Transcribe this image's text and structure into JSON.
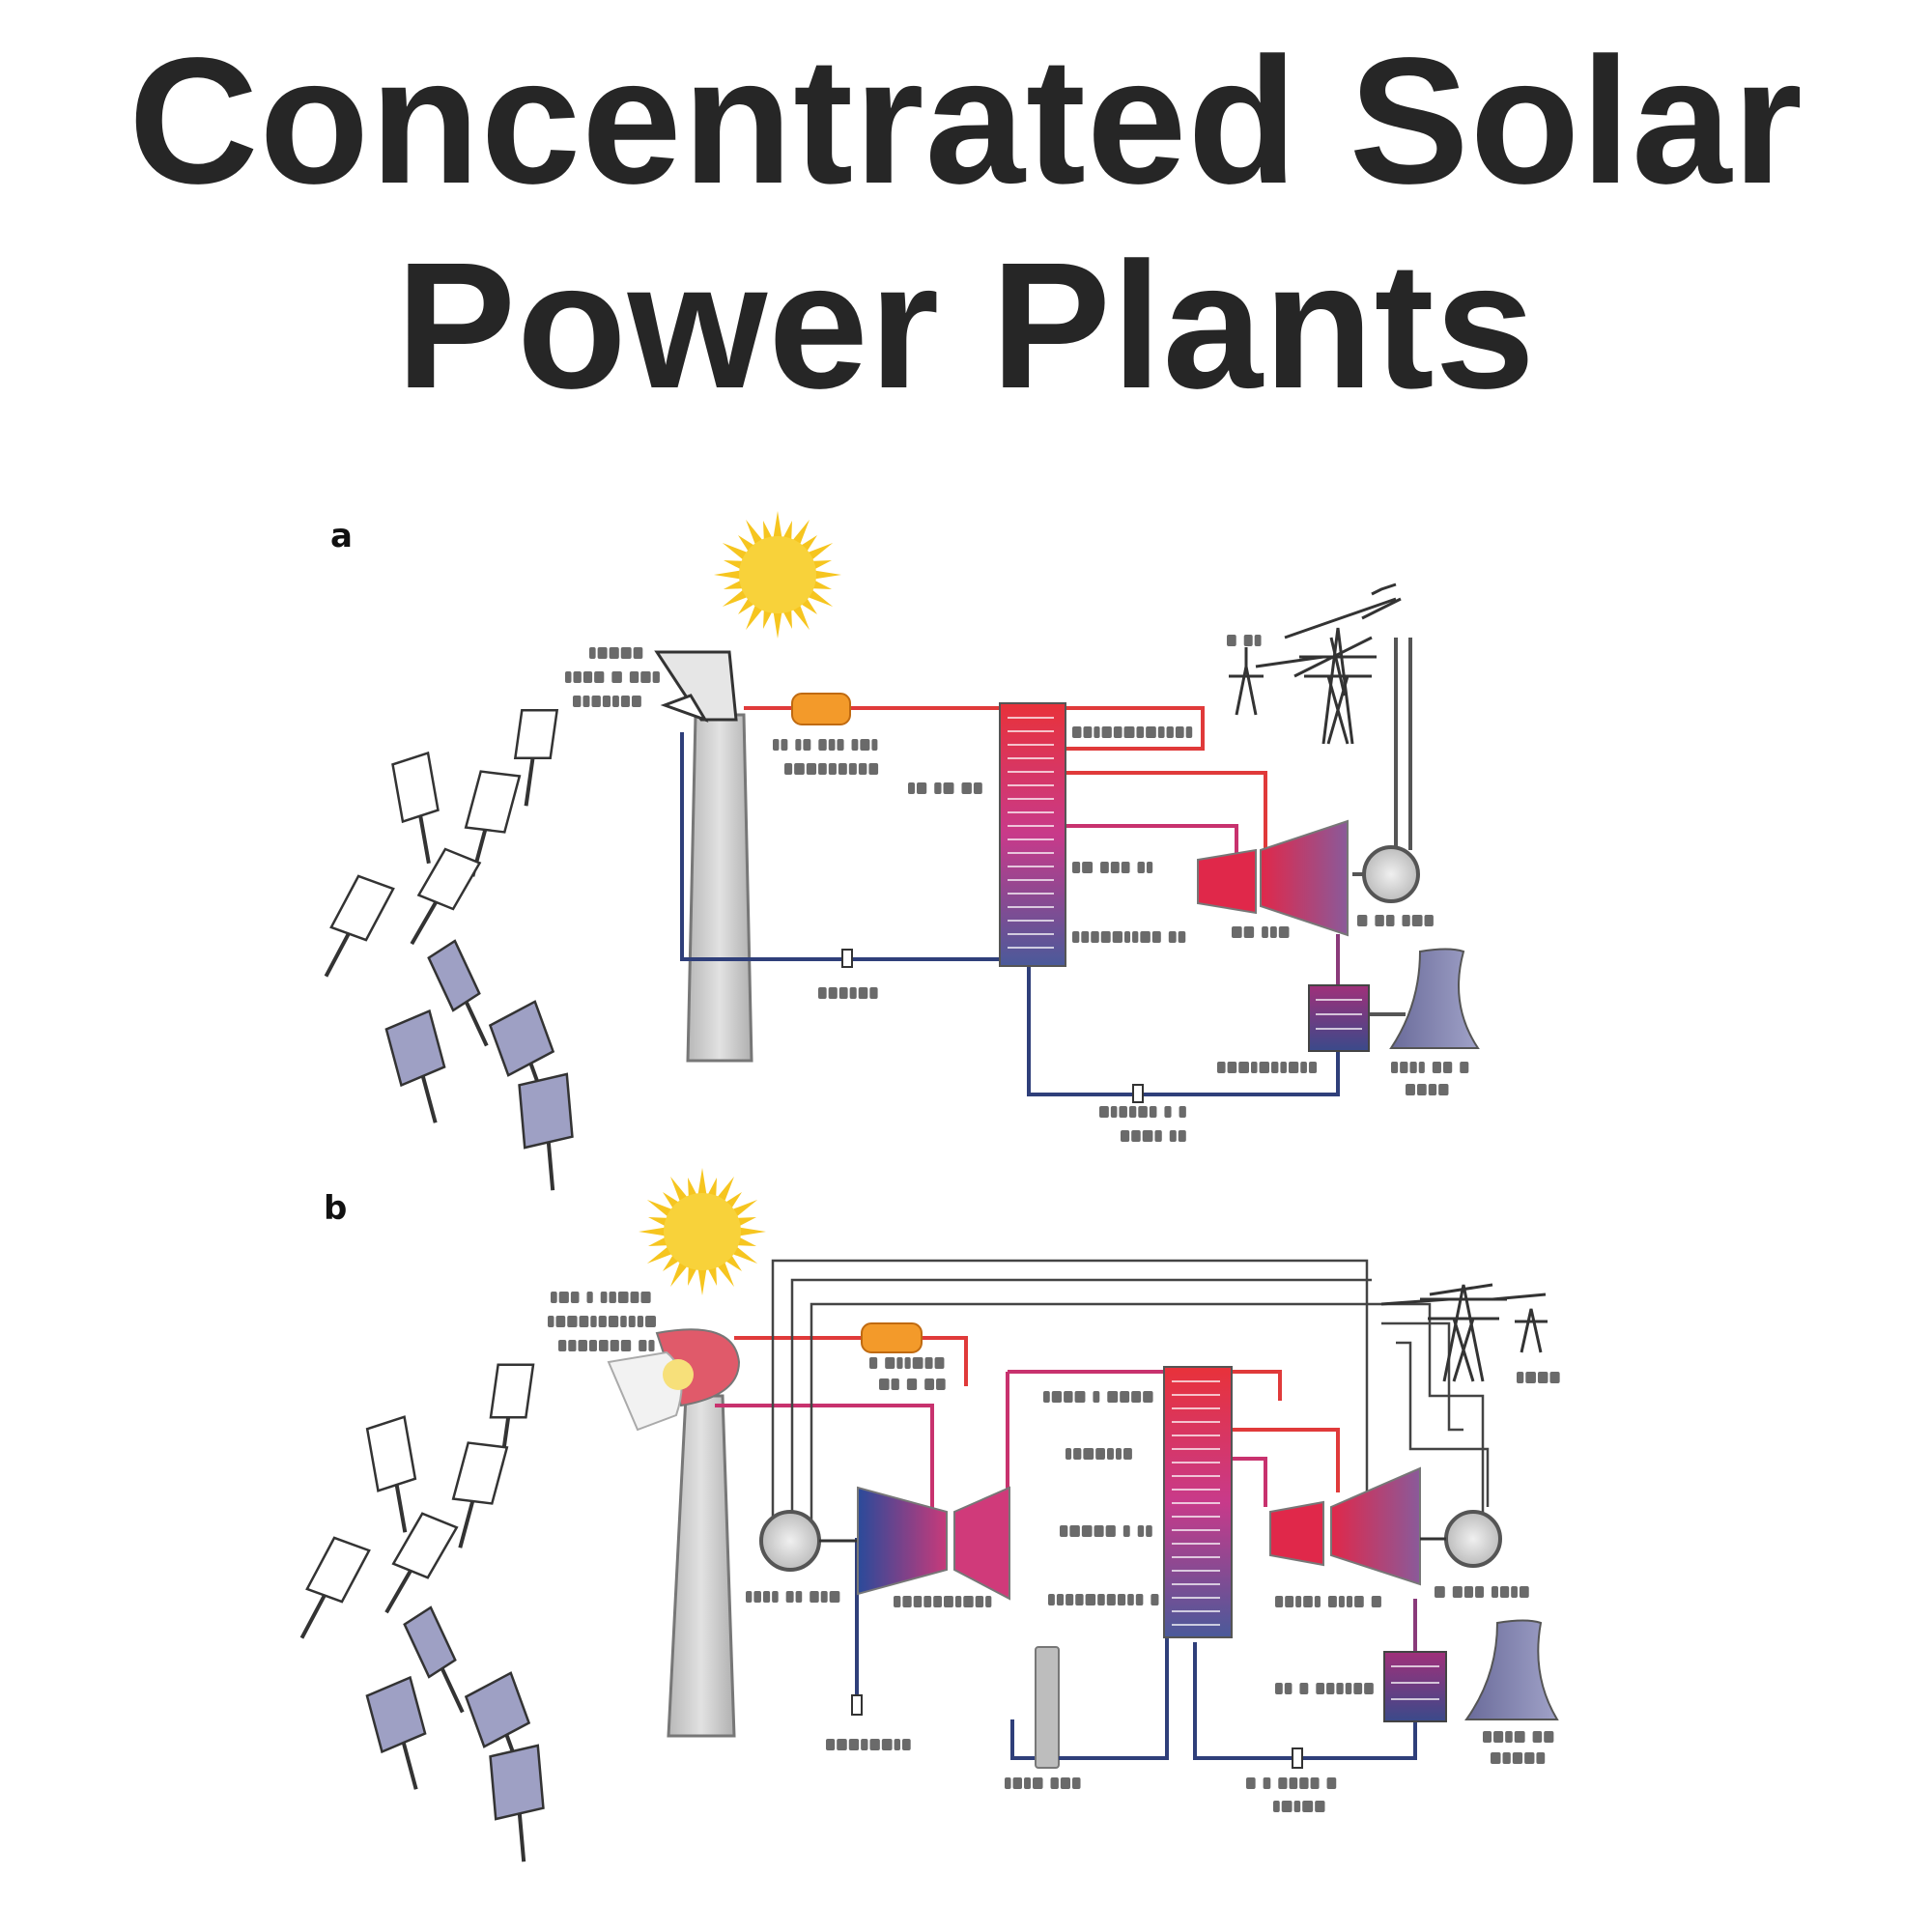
{
  "title": {
    "line1": "Concentrated Solar",
    "line2": "Power Plants"
  },
  "panels": {
    "a": {
      "letter": "a"
    },
    "b": {
      "letter": "b"
    }
  },
  "colors": {
    "hot": "#e03a3a",
    "cold": "#2f3f7a",
    "magenta": "#c8326e",
    "sun": "#f6c51f",
    "heliostat_front": "#ffffff",
    "heliostat_back": "#9ea0c4",
    "tower": "#cfcfcf",
    "cooling_tower": "#7d7ea8"
  },
  "icons": [
    "sun-icon",
    "heliostat-icon",
    "tower-icon",
    "turbine-icon",
    "generator-icon",
    "transmission-tower-icon",
    "cooling-tower-icon",
    "heat-exchanger-icon",
    "pump-icon"
  ]
}
